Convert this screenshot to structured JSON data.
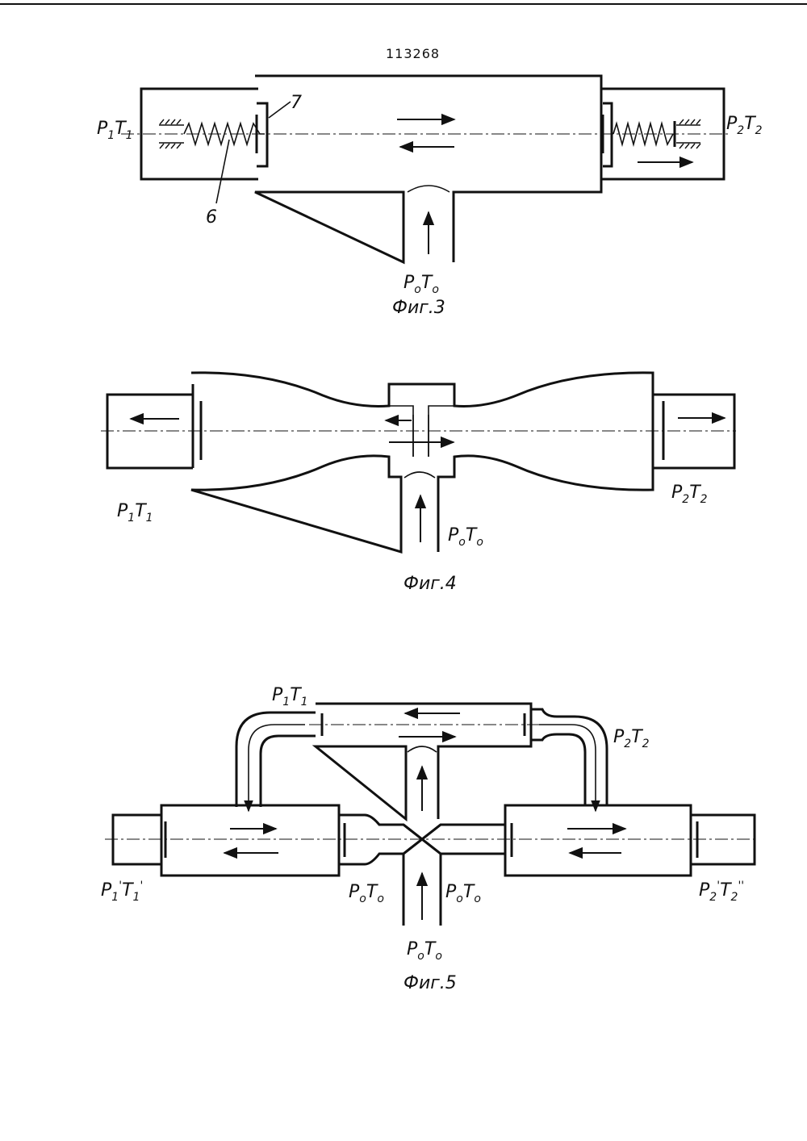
{
  "doc_number": "113268",
  "fig3": {
    "caption": "Фиг.3",
    "callout_7": "7",
    "callout_6": "6",
    "left_label": {
      "p": "P",
      "ps": "1",
      "t": "T",
      "ts": "1"
    },
    "right_label": {
      "p": "P",
      "ps": "2",
      "t": "T",
      "ts": "2"
    },
    "inlet_label": {
      "p": "P",
      "ps": "o",
      "t": "T",
      "ts": "o"
    }
  },
  "fig4": {
    "caption": "Фиг.4",
    "left_label": {
      "p": "P",
      "ps": "1",
      "t": "T",
      "ts": "1"
    },
    "right_label": {
      "p": "P",
      "ps": "2",
      "t": "T",
      "ts": "2"
    },
    "inlet_label": {
      "p": "P",
      "ps": "o",
      "t": "T",
      "ts": "o"
    }
  },
  "fig5": {
    "caption": "Фиг.5",
    "top_left_label": {
      "p": "P",
      "ps": "1",
      "t": "T",
      "ts": "1"
    },
    "top_right_label": {
      "p": "P",
      "ps": "2",
      "t": "T",
      "ts": "2"
    },
    "left_label": {
      "p": "P",
      "ps": "1",
      "pp": "'",
      "t": "T",
      "ts": "1",
      "tp": "'"
    },
    "right_label": {
      "p": "P",
      "ps": "2",
      "pp": "'",
      "t": "T",
      "ts": "2",
      "tp": "''"
    },
    "mid_left_label": {
      "p": "P",
      "ps": "o",
      "t": "T",
      "ts": "o"
    },
    "mid_right_label": {
      "p": "P",
      "ps": "o",
      "t": "T",
      "ts": "o"
    },
    "bottom_label": {
      "p": "P",
      "ps": "o",
      "t": "T",
      "ts": "o"
    }
  }
}
